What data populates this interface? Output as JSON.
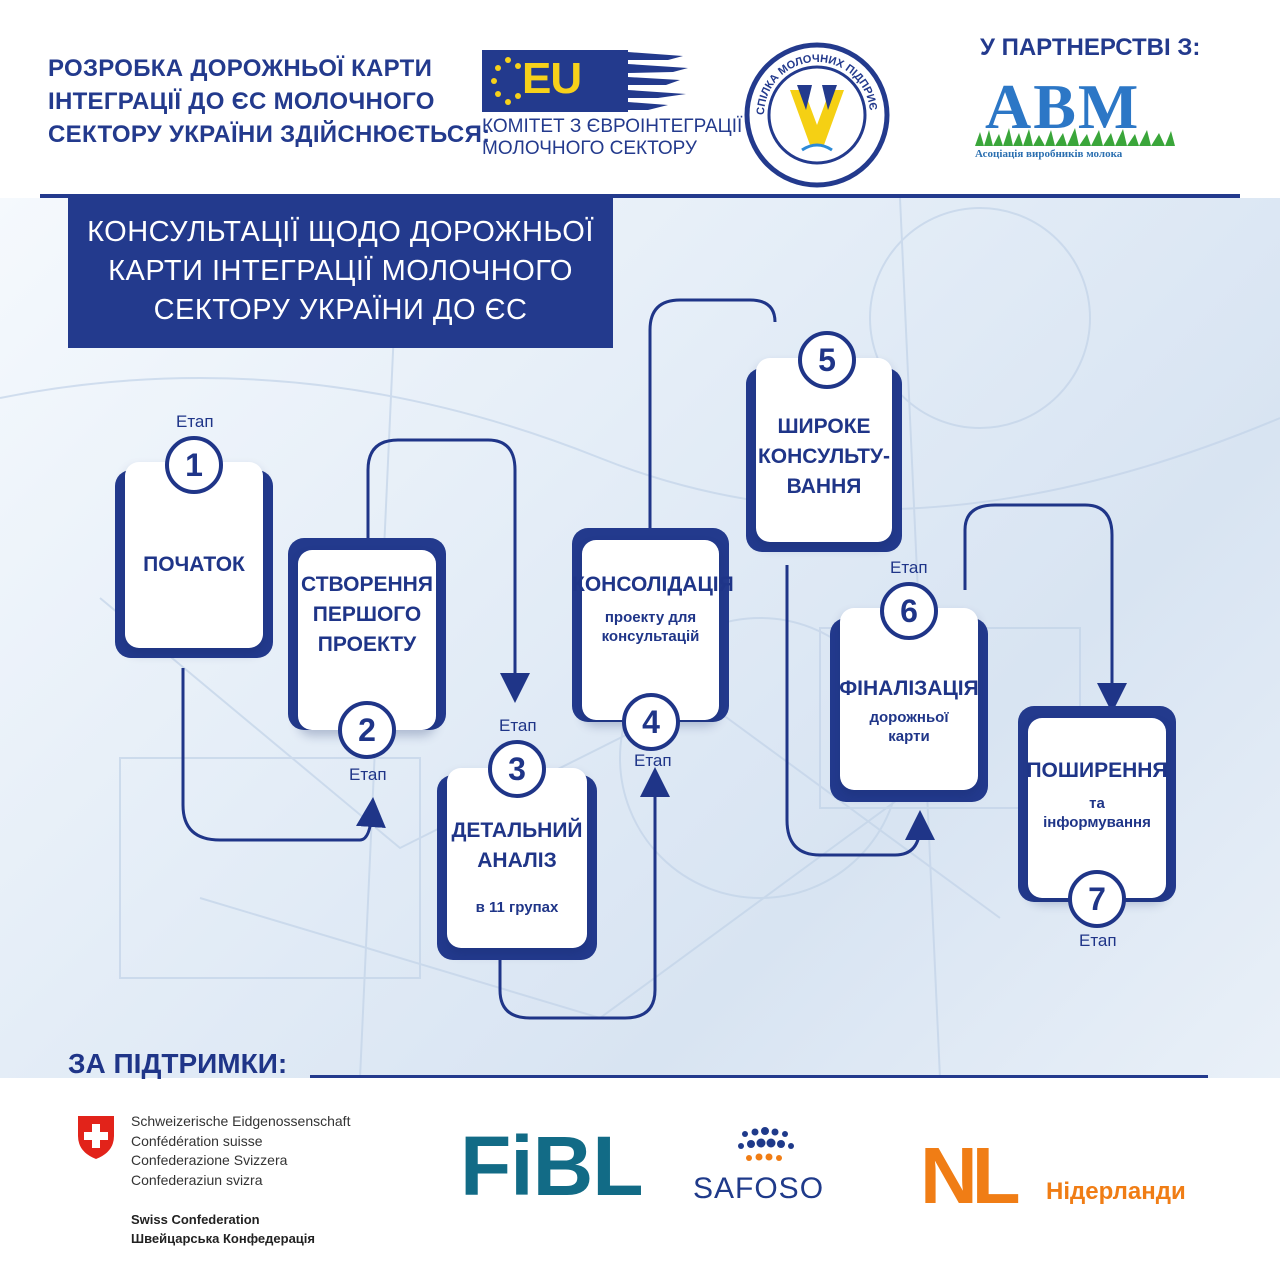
{
  "header": {
    "lines": [
      "РОЗРОБКА ДОРОЖНЬОЇ КАРТИ",
      "ІНТЕГРАЦІЇ ДО ЄС МОЛОЧНОГО",
      "СЕКТОРУ УКРАЇНИ ЗДІЙСНЮЄТЬСЯ:"
    ],
    "eu_logo_mark": "EU",
    "eu_caption": [
      "КОМІТЕТ З ЄВРОІНТЕГРАЦІЇ",
      "МОЛОЧНОГО СЕКТОРУ"
    ],
    "union_logo_text": "СПІЛКА МОЛОЧНИХ ПІДПРИЄМСТВ УКРАЇНИ",
    "partner_title": "У ПАРТНЕРСТВІ З:",
    "avm_letters": "АВМ",
    "avm_caption": "Асоціація виробників молока"
  },
  "title": [
    "КОНСУЛЬТАЦІЇ ЩОДО ДОРОЖНЬОЇ",
    "КАРТИ ІНТЕГРАЦІЇ МОЛОЧНОГО",
    "СЕКТОРУ УКРАЇНИ ДО ЄС"
  ],
  "stage_label": "Етап",
  "stages": [
    {
      "num": "1",
      "main": [
        "ПОЧАТОК"
      ],
      "sub": []
    },
    {
      "num": "2",
      "main": [
        "СТВОРЕННЯ",
        "ПЕРШОГО",
        "ПРОЕКТУ"
      ],
      "sub": []
    },
    {
      "num": "3",
      "main": [
        "ДЕТАЛЬНИЙ",
        "АНАЛІЗ"
      ],
      "sub": [
        "в 11 групах"
      ]
    },
    {
      "num": "4",
      "main": [
        "КОНСОЛІДАЦІЯ"
      ],
      "sub": [
        "проекту для",
        "консультацій"
      ]
    },
    {
      "num": "5",
      "main": [
        "ШИРОКЕ",
        "КОНСУЛЬТУ-",
        "ВАННЯ"
      ],
      "sub": []
    },
    {
      "num": "6",
      "main": [
        "ФІНАЛІЗАЦІЯ"
      ],
      "sub": [
        "дорожньої",
        "карти"
      ]
    },
    {
      "num": "7",
      "main": [
        "ПОШИРЕННЯ"
      ],
      "sub": [
        "та",
        "інформування"
      ]
    }
  ],
  "support": {
    "title": "ЗА ПІДТРИМКИ:",
    "swiss_lines": [
      "Schweizerische Eidgenossenschaft",
      "Confédération suisse",
      "Confederazione Svizzera",
      "Confederaziun svizra"
    ],
    "swiss_conf": [
      "Swiss Confederation",
      "Швейцарська Конфедерація"
    ],
    "fibl": "FiBL",
    "safoso": "SAFOSO",
    "nl_mark": "NL",
    "nl_text": "Нідерланди"
  },
  "colors": {
    "navy": "#233a8d",
    "orange": "#f07d15",
    "teal": "#126b86",
    "gold": "#f7d11a"
  }
}
